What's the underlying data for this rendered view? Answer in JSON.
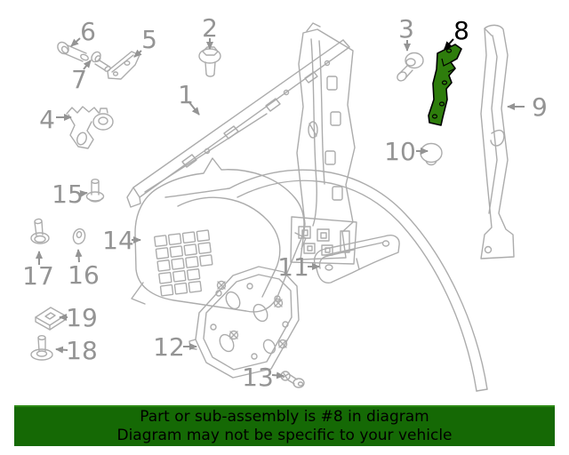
{
  "figure": {
    "highlighted_part": "8",
    "callouts": [
      {
        "num": "1",
        "highlighted": false
      },
      {
        "num": "2",
        "highlighted": false
      },
      {
        "num": "3",
        "highlighted": false
      },
      {
        "num": "4",
        "highlighted": false
      },
      {
        "num": "5",
        "highlighted": false
      },
      {
        "num": "6",
        "highlighted": false
      },
      {
        "num": "7",
        "highlighted": false
      },
      {
        "num": "8",
        "highlighted": true
      },
      {
        "num": "9",
        "highlighted": false
      },
      {
        "num": "10",
        "highlighted": false
      },
      {
        "num": "11",
        "highlighted": false
      },
      {
        "num": "12",
        "highlighted": false
      },
      {
        "num": "13",
        "highlighted": false
      },
      {
        "num": "14",
        "highlighted": false
      },
      {
        "num": "15",
        "highlighted": false
      },
      {
        "num": "16",
        "highlighted": false
      },
      {
        "num": "17",
        "highlighted": false
      },
      {
        "num": "18",
        "highlighted": false
      },
      {
        "num": "19",
        "highlighted": false
      }
    ]
  },
  "banner": {
    "line1": "Part or sub-assembly is #8 in diagram",
    "line2": "Diagram may not be specific to your vehicle"
  },
  "colors": {
    "background": "#ffffff",
    "diagram_line": "#acacac",
    "callout_label": "#949494",
    "highlight_label": "#000000",
    "highlight_part_fill": "#2e7d0c",
    "highlight_part_outline": "#000000",
    "banner_background": "#156905",
    "banner_text": "#000000"
  }
}
